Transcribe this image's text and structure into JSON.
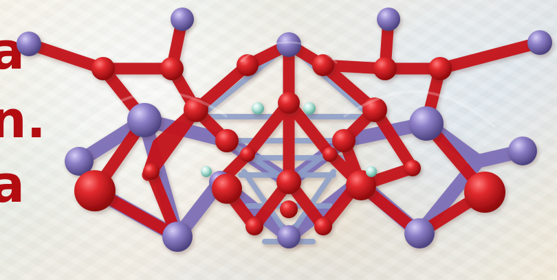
{
  "text_fragments": [
    "a",
    "n.",
    "a"
  ],
  "colors": {
    "text_red": "#b30d12",
    "oxygen_red": "#c4161c",
    "metal_purple": "#7a6bb6",
    "light_node": "#9fd2c6",
    "background": "#efe9dc"
  },
  "icons": {
    "structure": "molecular-structure-icon",
    "background": "textured-background-icon"
  }
}
